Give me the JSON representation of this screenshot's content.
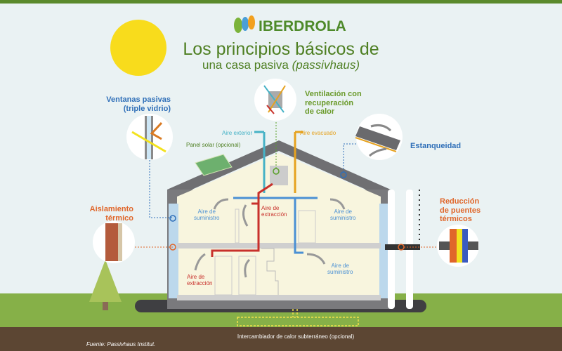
{
  "logo": {
    "text": "IBERDROLA"
  },
  "title": {
    "line1": "Los principios básicos de",
    "line2_plain": "una casa pasiva ",
    "line2_italic": "(passivhaus)"
  },
  "callouts": {
    "windows": [
      "Ventanas pasivas",
      "(triple vidrio)"
    ],
    "ventilation": [
      "Ventilación con",
      "recuperación",
      "de calor"
    ],
    "airtightness": "Estanqueidad",
    "insulation": [
      "Aislamiento",
      "térmico"
    ],
    "thermal_bridges": [
      "Reducción",
      "de puentes",
      "térmicos"
    ]
  },
  "labels": {
    "outside_air": "Aire exterior",
    "exhaust_air": "Aire evacuado",
    "solar_panel": "Panel solar (opcional)",
    "supply_1": [
      "Aire de",
      "suministro"
    ],
    "extract_1": [
      "Aire de",
      "extracción"
    ],
    "supply_2": [
      "Aire de",
      "suministro"
    ],
    "extract_2": [
      "Aire de",
      "extracción"
    ],
    "supply_3": [
      "Aire de",
      "suministro"
    ],
    "ground_exchanger": "Intercambiador de calor subterráneo (opcional)"
  },
  "source": "Fuente: Passivhaus Institut.",
  "colors": {
    "green": "#4e7f22",
    "blue": "#2f6fb8",
    "orange": "#e0662a",
    "red": "#c8302b",
    "teal": "#46b2c6",
    "amber": "#e6a21f"
  }
}
